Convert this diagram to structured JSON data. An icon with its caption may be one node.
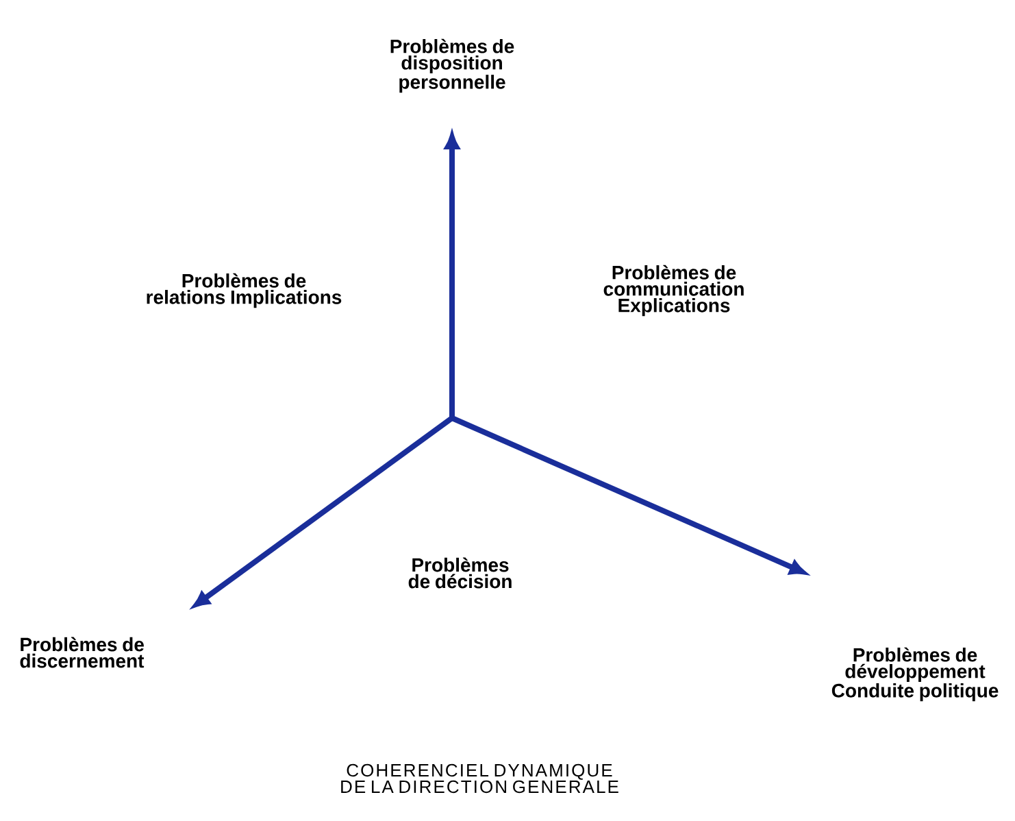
{
  "diagram": {
    "caption": "COHERENCIEL DYNAMIQUE DE LA DIRECTION GENERALE",
    "nodes": [
      {
        "text": [
          "Problèmes de disposition personnelle"
        ]
      },
      {
        "text": [
          "Problèmes de discernement"
        ]
      },
      {
        "text": [
          "Problèmes de développement Conduite politique"
        ]
      }
    ],
    "edges": [
      {
        "from": null,
        "to": 0,
        "arrow": "to"
      },
      {
        "from": null,
        "to": 1,
        "arrow": "to"
      },
      {
        "from": null,
        "to": 2,
        "arrow": "to"
      }
    ],
    "labels": [
      "Problèmes de relations Implications",
      "Problèmes de communication Explications",
      "Problèmes de décision"
    ]
  }
}
